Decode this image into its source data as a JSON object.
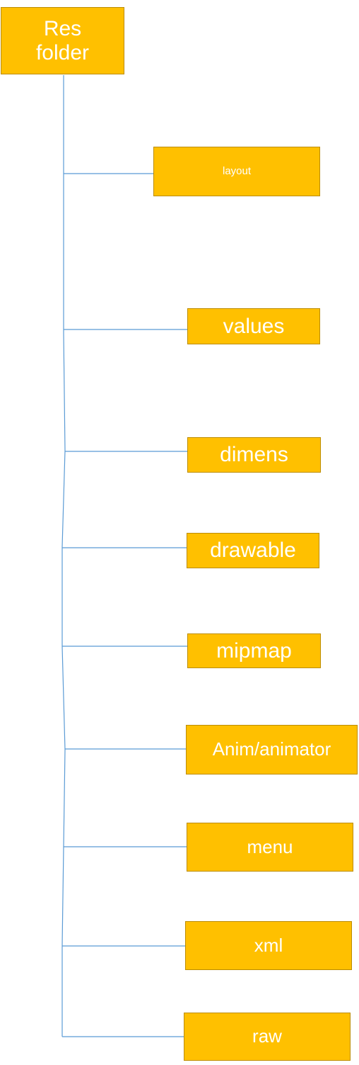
{
  "diagram": {
    "type": "tree",
    "colors": {
      "node_fill": "#FFC000",
      "node_border": "#BC8C00",
      "node_text": "#FFFFFF",
      "connector": "#5B9BD5"
    },
    "root": {
      "line1": "Res",
      "line2": "folder"
    },
    "children": [
      "layout",
      "values",
      "dimens",
      "drawable",
      "mipmap",
      "Anim/animator",
      "menu",
      "xml",
      "raw"
    ]
  }
}
